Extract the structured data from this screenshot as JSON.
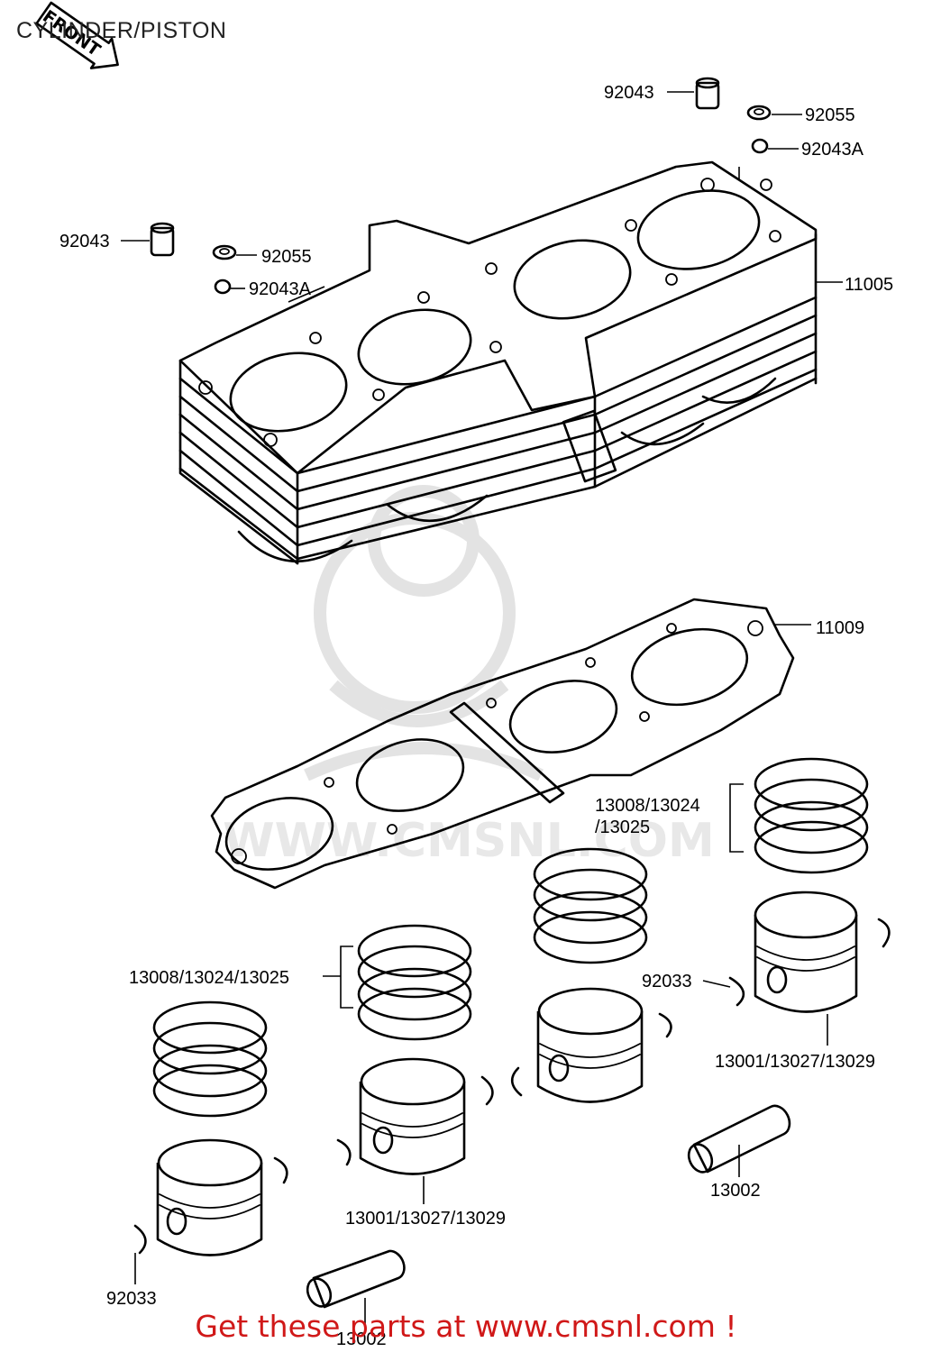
{
  "header": {
    "title": "CYLINDER/PISTON",
    "front_badge": "FRONT"
  },
  "watermark": {
    "text": "WWW.CMSNL.COM"
  },
  "callouts": {
    "dowel_top": "92043",
    "washer_top": "92055",
    "oring_top": "92043A",
    "dowel_left": "92043",
    "washer_left": "92055",
    "oring_left": "92043A",
    "cylinder": "11005",
    "gasket": "11009",
    "rings_right_line1": "13008/13024",
    "rings_right_line2": "/13025",
    "rings_left": "13008/13024/13025",
    "clip_right": "92033",
    "piston_right": "13001/13027/13029",
    "pin_right": "13002",
    "piston_mid": "13001/13027/13029",
    "clip_left": "92033",
    "pin_bottom": "13002"
  },
  "footer": {
    "text": "Get these parts at www.cmsnl.com !"
  }
}
